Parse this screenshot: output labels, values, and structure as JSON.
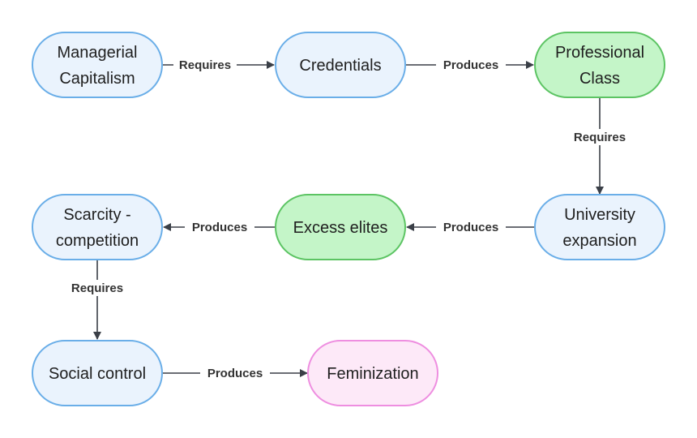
{
  "colors": {
    "blue_fill": "#eaf3fd",
    "blue_stroke": "#6aaee8",
    "green_fill": "#c4f5c8",
    "green_stroke": "#5cc463",
    "pink_fill": "#fde9f8",
    "pink_stroke": "#ee8ee0",
    "edge": "#3a3f47"
  },
  "nodes": [
    {
      "id": "managerial-capitalism",
      "lines": [
        "Managerial",
        "Capitalism"
      ],
      "style": "blue"
    },
    {
      "id": "credentials",
      "lines": [
        "Credentials"
      ],
      "style": "blue"
    },
    {
      "id": "professional-class",
      "lines": [
        "Professional",
        "Class"
      ],
      "style": "green"
    },
    {
      "id": "university-expansion",
      "lines": [
        "University",
        "expansion"
      ],
      "style": "blue"
    },
    {
      "id": "excess-elites",
      "lines": [
        "Excess elites"
      ],
      "style": "green"
    },
    {
      "id": "scarcity-competition",
      "lines": [
        "Scarcity -",
        "competition"
      ],
      "style": "blue"
    },
    {
      "id": "social-control",
      "lines": [
        "Social control"
      ],
      "style": "blue"
    },
    {
      "id": "feminization",
      "lines": [
        "Feminization"
      ],
      "style": "pink"
    }
  ],
  "edges": [
    {
      "from": "managerial-capitalism",
      "to": "credentials",
      "label": "Requires"
    },
    {
      "from": "credentials",
      "to": "professional-class",
      "label": "Produces"
    },
    {
      "from": "professional-class",
      "to": "university-expansion",
      "label": "Requires"
    },
    {
      "from": "university-expansion",
      "to": "excess-elites",
      "label": "Produces"
    },
    {
      "from": "excess-elites",
      "to": "scarcity-competition",
      "label": "Produces"
    },
    {
      "from": "scarcity-competition",
      "to": "social-control",
      "label": "Requires"
    },
    {
      "from": "social-control",
      "to": "feminization",
      "label": "Produces"
    }
  ]
}
